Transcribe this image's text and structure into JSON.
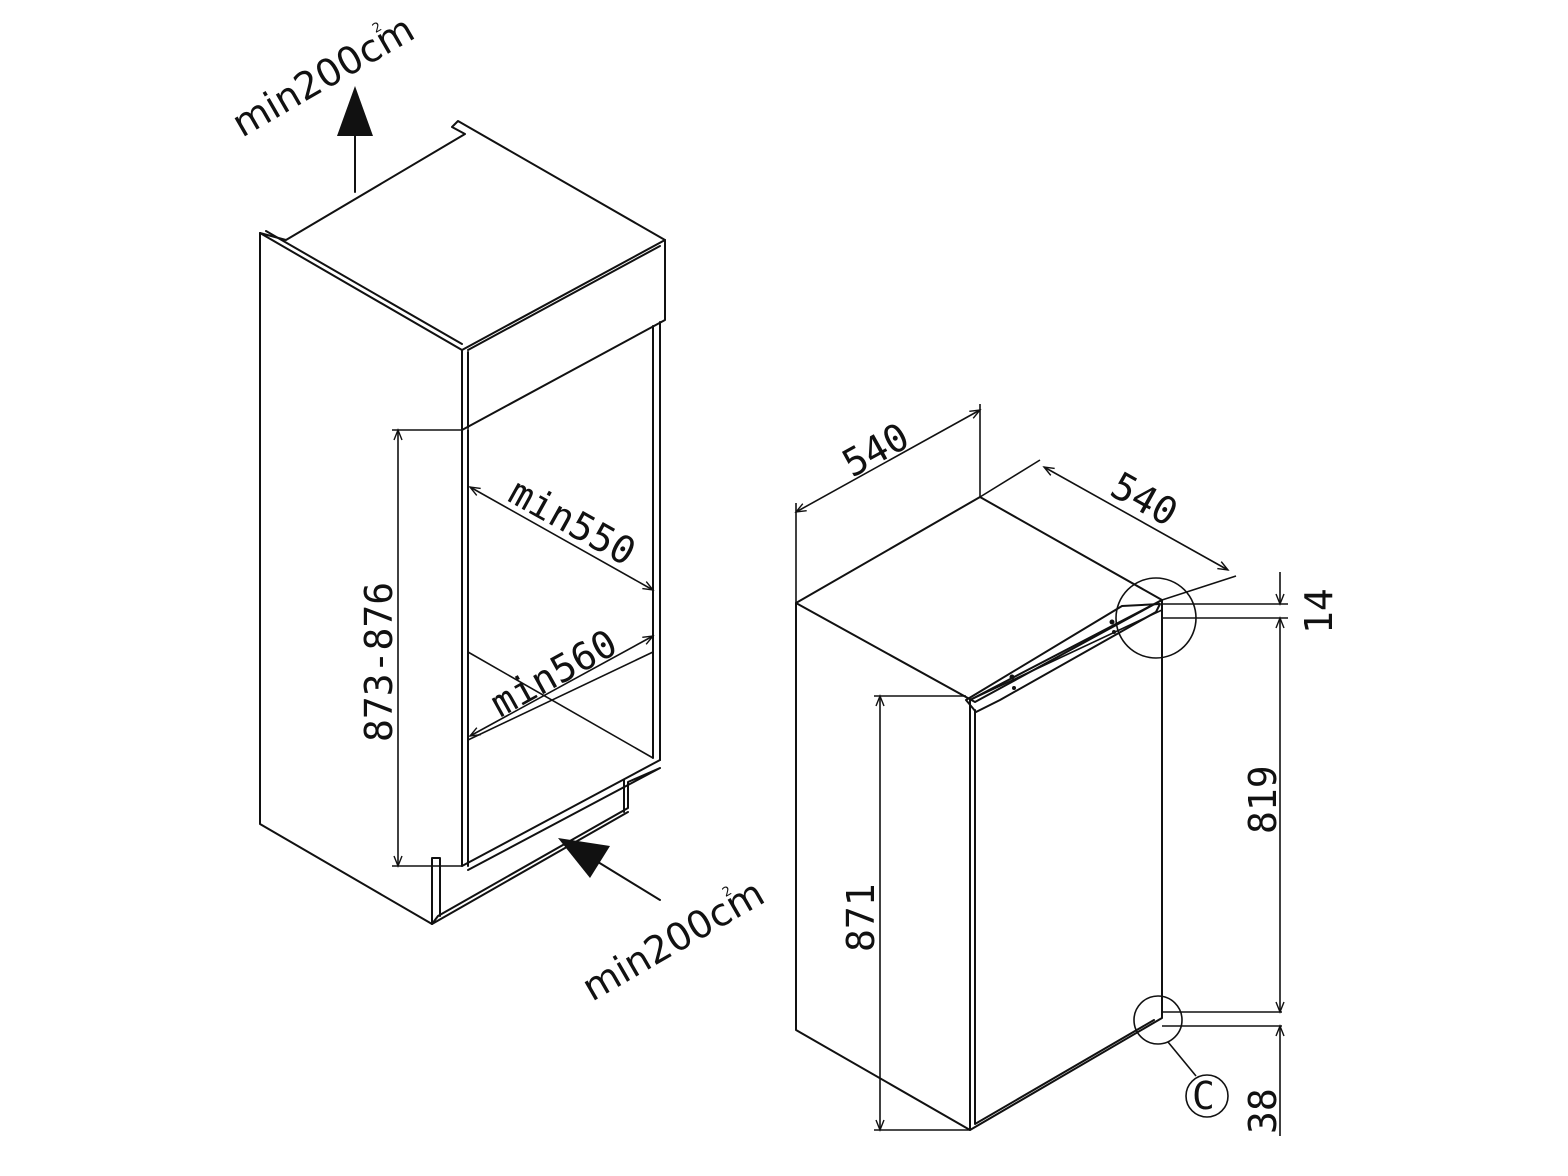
{
  "niche": {
    "vent_top": {
      "text": "min200cm",
      "superscript": "2"
    },
    "vent_bottom": {
      "text": "min200cm",
      "superscript": "2"
    },
    "height": "873-876",
    "depth": "min550",
    "width": "min560"
  },
  "appliance": {
    "width": "540",
    "depth": "540",
    "top_gap": "14",
    "hinge_height": "819",
    "height": "871",
    "bottom_gap": "38",
    "detail_label": "C"
  }
}
